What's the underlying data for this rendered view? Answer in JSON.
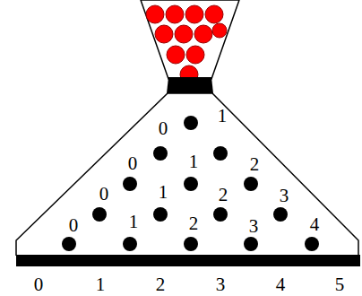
{
  "diagram": {
    "labels": [
      "0",
      "1",
      "0",
      "1",
      "2",
      "0",
      "1",
      "2",
      "3",
      "0",
      "1",
      "2",
      "3",
      "4",
      "0",
      "1",
      "2",
      "3",
      "4",
      "5"
    ]
  }
}
